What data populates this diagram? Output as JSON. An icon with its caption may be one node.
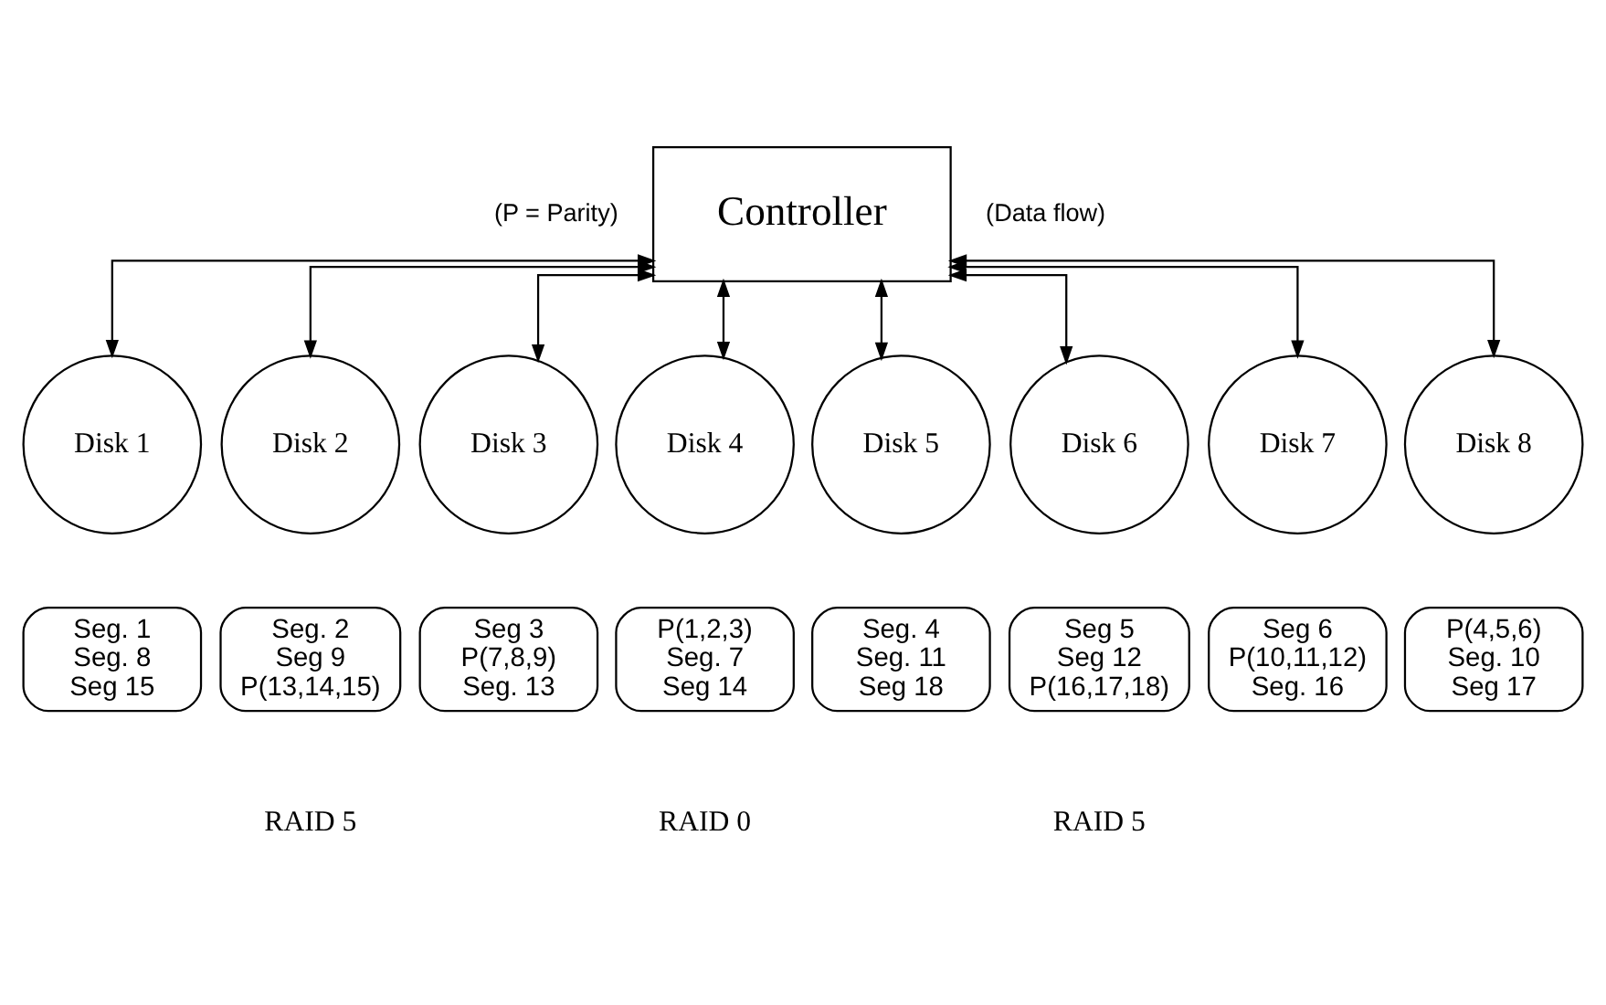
{
  "diagram": {
    "nodes": [
      {
        "text": [
          "Controller"
        ]
      },
      {
        "text": [
          "Disk 1"
        ]
      },
      {
        "text": [
          "Disk 2"
        ]
      },
      {
        "text": [
          "Disk 3"
        ]
      },
      {
        "text": [
          "Disk 4"
        ]
      },
      {
        "text": [
          "Disk 5"
        ]
      },
      {
        "text": [
          "Disk 6"
        ]
      },
      {
        "text": [
          "Disk 7"
        ]
      },
      {
        "text": [
          "Disk 8"
        ]
      },
      {
        "text": [
          "Seg. 1",
          "Seg. 8",
          "Seg 15"
        ]
      },
      {
        "text": [
          "Seg. 2",
          "Seg 9",
          "P(13,14,15)"
        ]
      },
      {
        "text": [
          "Seg 3",
          "P(7,8,9)",
          "Seg. 13"
        ]
      },
      {
        "text": [
          "P(1,2,3)",
          "Seg. 7",
          "Seg 14"
        ]
      },
      {
        "text": [
          "Seg. 4",
          "Seg. 11",
          "Seg 18"
        ]
      },
      {
        "text": [
          "Seg 5",
          "Seg 12",
          "P(16,17,18)"
        ]
      },
      {
        "text": [
          "Seg 6",
          "P(10,11,12)",
          "Seg. 16"
        ]
      },
      {
        "text": [
          "P(4,5,6)",
          "Seg. 10",
          "Seg 17"
        ]
      }
    ],
    "edges": [
      {
        "from": 0,
        "to": 1,
        "arrow": "both"
      },
      {
        "from": 0,
        "to": 2,
        "arrow": "both"
      },
      {
        "from": 0,
        "to": 3,
        "arrow": "both"
      },
      {
        "from": 0,
        "to": 4,
        "arrow": "both"
      },
      {
        "from": 0,
        "to": 5,
        "arrow": "both"
      },
      {
        "from": 0,
        "to": 6,
        "arrow": "both"
      },
      {
        "from": 0,
        "to": 7,
        "arrow": "both"
      },
      {
        "from": 0,
        "to": 8,
        "arrow": "both"
      }
    ],
    "labels": [
      "(P = Parity)",
      "(Data flow)",
      "RAID 5",
      "RAID 5",
      "RAID 0"
    ]
  }
}
